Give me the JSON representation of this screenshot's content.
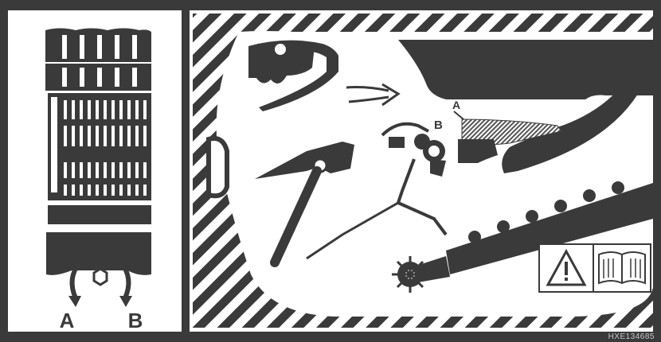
{
  "left_panel": {
    "label_a": "A",
    "label_b": "B"
  },
  "right_panel": {
    "label_a": "A",
    "label_b": "B",
    "warning_icon": "warning-triangle-icon",
    "manual_icon": "operator-manual-book-icon"
  },
  "code": "HXE134685"
}
